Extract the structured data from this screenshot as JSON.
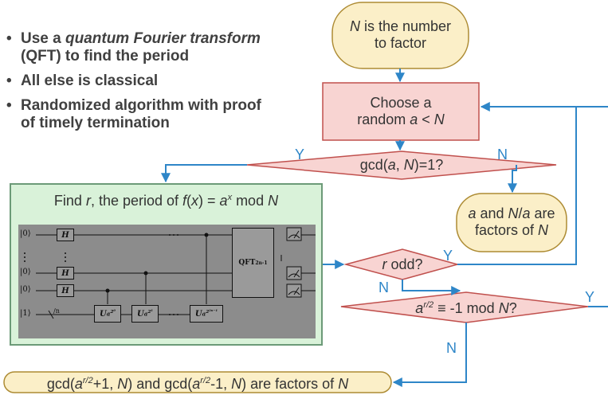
{
  "bullets": [
    {
      "pre": "Use a ",
      "em": "quantum Fourier transform",
      "post": " (QFT) to find the period"
    },
    {
      "pre": "All else is classical",
      "em": "",
      "post": ""
    },
    {
      "pre": "Randomized algorithm with proof of timely termination",
      "em": "",
      "post": ""
    }
  ],
  "nodes": {
    "start": {
      "var": "N",
      "text_line1": " is the number",
      "text_line2": "to factor"
    },
    "choose": {
      "line1": "Choose a",
      "line2_prefix": "random ",
      "line2_var": "a",
      "line2_suffix": " < ",
      "line2_var2": "N"
    },
    "gcd_check": {
      "prefix": "gcd(",
      "var1": "a",
      "mid": ", ",
      "var2": "N",
      "suffix": ")=1?"
    },
    "factors_a": {
      "var1": "a",
      "mid": " and ",
      "var2": "N",
      "slash": "/",
      "var3": "a",
      "suffix": " are",
      "line2": "factors of ",
      "var4": "N"
    },
    "find_period": {
      "pre": "Find ",
      "var_r": "r",
      "mid": ", the period of ",
      "func": "f",
      "open": "(",
      "var_x": "x",
      "close": ") = ",
      "base": "a",
      "exp": "x",
      "mod": " mod ",
      "var_N": "N"
    },
    "r_odd": {
      "var": "r",
      "suffix": " odd?"
    },
    "a_r2": {
      "base": "a",
      "exp": "r/2",
      "rest": " ≡ -1 mod ",
      "var": "N",
      "q": "?"
    },
    "result": {
      "t1": "gcd(",
      "b1": "a",
      "e1": "r/2",
      "t2": "+1, ",
      "n1": "N",
      "t3": ") and gcd(",
      "b2": "a",
      "e2": "r/2",
      "t4": "-1, ",
      "n2": "N",
      "t5": ") are factors of ",
      "n3": "N"
    }
  },
  "branch_labels": {
    "gcd_yes": "Y",
    "gcd_no": "N",
    "rodd_yes": "Y",
    "rodd_no": "N",
    "ar2_yes": "Y",
    "ar2_no": "N"
  },
  "circuit": {
    "kets": [
      "|0⟩",
      "⋮",
      "|0⟩",
      "|0⟩",
      "|1⟩"
    ],
    "h_gates": [
      "H",
      "H",
      "H"
    ],
    "u_gates": [
      "Ua^2⁰",
      "Ua^2¹",
      "Ua^2²ⁿ⁻¹"
    ],
    "qft_label": "QFT",
    "qft_sub": "2n",
    "qft_sup": "-1",
    "register": "/n"
  },
  "colors": {
    "arrow": "#2e86c8",
    "pink_fill": "#f8d4d2",
    "pink_stroke": "#c0504d",
    "yellow_fill": "#fbefc8",
    "yellow_stroke": "#ad8b33",
    "green_fill": "#d9f2d9",
    "green_stroke": "#6c9a78",
    "text": "#333333",
    "bullet_text": "#404040"
  }
}
